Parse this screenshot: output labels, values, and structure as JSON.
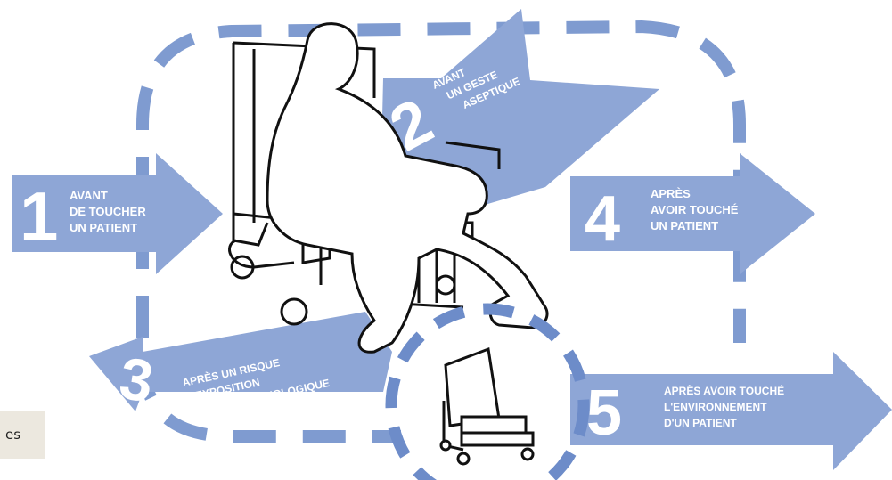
{
  "colors": {
    "accent": "#8ea6d6",
    "dash": "#7f9bd0",
    "ink": "#111111",
    "text_on_arrow": "#ffffff"
  },
  "moments": [
    {
      "number": "1",
      "lines": [
        "AVANT",
        "DE TOUCHER",
        "UN PATIENT"
      ]
    },
    {
      "number": "2",
      "lines": [
        "AVANT",
        "UN GESTE",
        "ASEPTIQUE"
      ]
    },
    {
      "number": "3",
      "lines": [
        "APRÈS UN RISQUE",
        "D'EXPOSITION",
        "À UN LIQUIDE BIOLOGIQUE"
      ]
    },
    {
      "number": "4",
      "lines": [
        "APRÈS",
        "AVOIR TOUCHÉ",
        "UN PATIENT"
      ]
    },
    {
      "number": "5",
      "lines": [
        "APRÈS AVOIR TOUCHÉ",
        "L'ENVIRONNEMENT",
        "D'UN PATIENT"
      ]
    }
  ],
  "corner_note": "es"
}
